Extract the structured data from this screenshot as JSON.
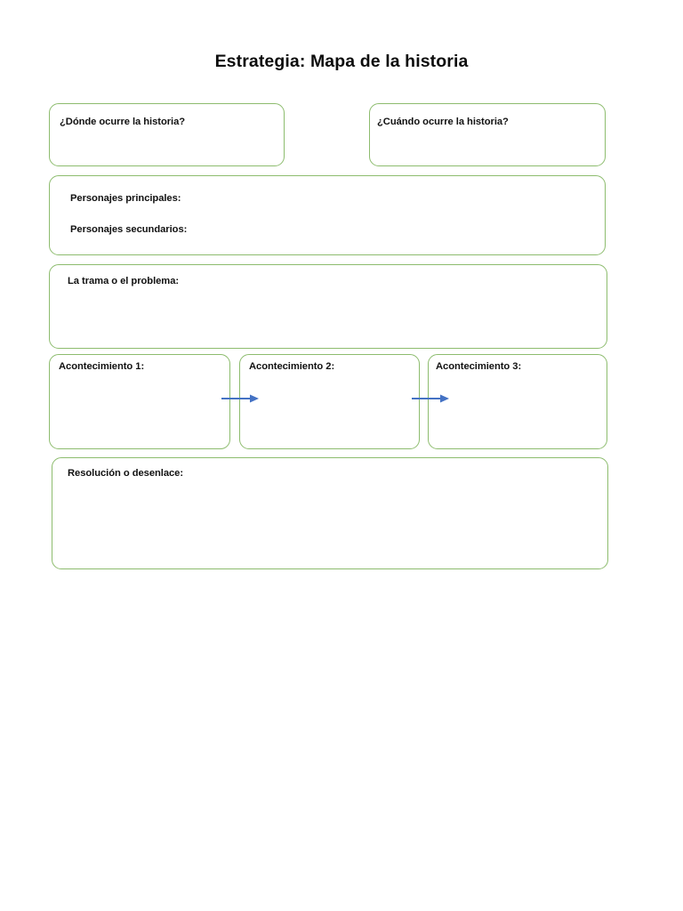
{
  "document": {
    "title": "Estrategia: Mapa de la historia",
    "language": "es",
    "background_color": "#ffffff",
    "box_border_color": "#8DBC6E",
    "arrow_color": "#4472C4",
    "text_color": "#111111"
  },
  "setting": {
    "where_label": "¿Dónde ocurre la historia?",
    "when_label": "¿Cuándo ocurre la historia?"
  },
  "characters": {
    "main_label": "Personajes principales:",
    "secondary_label": "Personajes secundarios:"
  },
  "plot": {
    "label": "La trama o el problema:"
  },
  "events": {
    "items": [
      {
        "label": "Acontecimiento 1:"
      },
      {
        "label": "Acontecimiento 2:"
      },
      {
        "label": "Acontecimiento 3:"
      }
    ]
  },
  "resolution": {
    "label": "Resolución o desenlace:"
  }
}
